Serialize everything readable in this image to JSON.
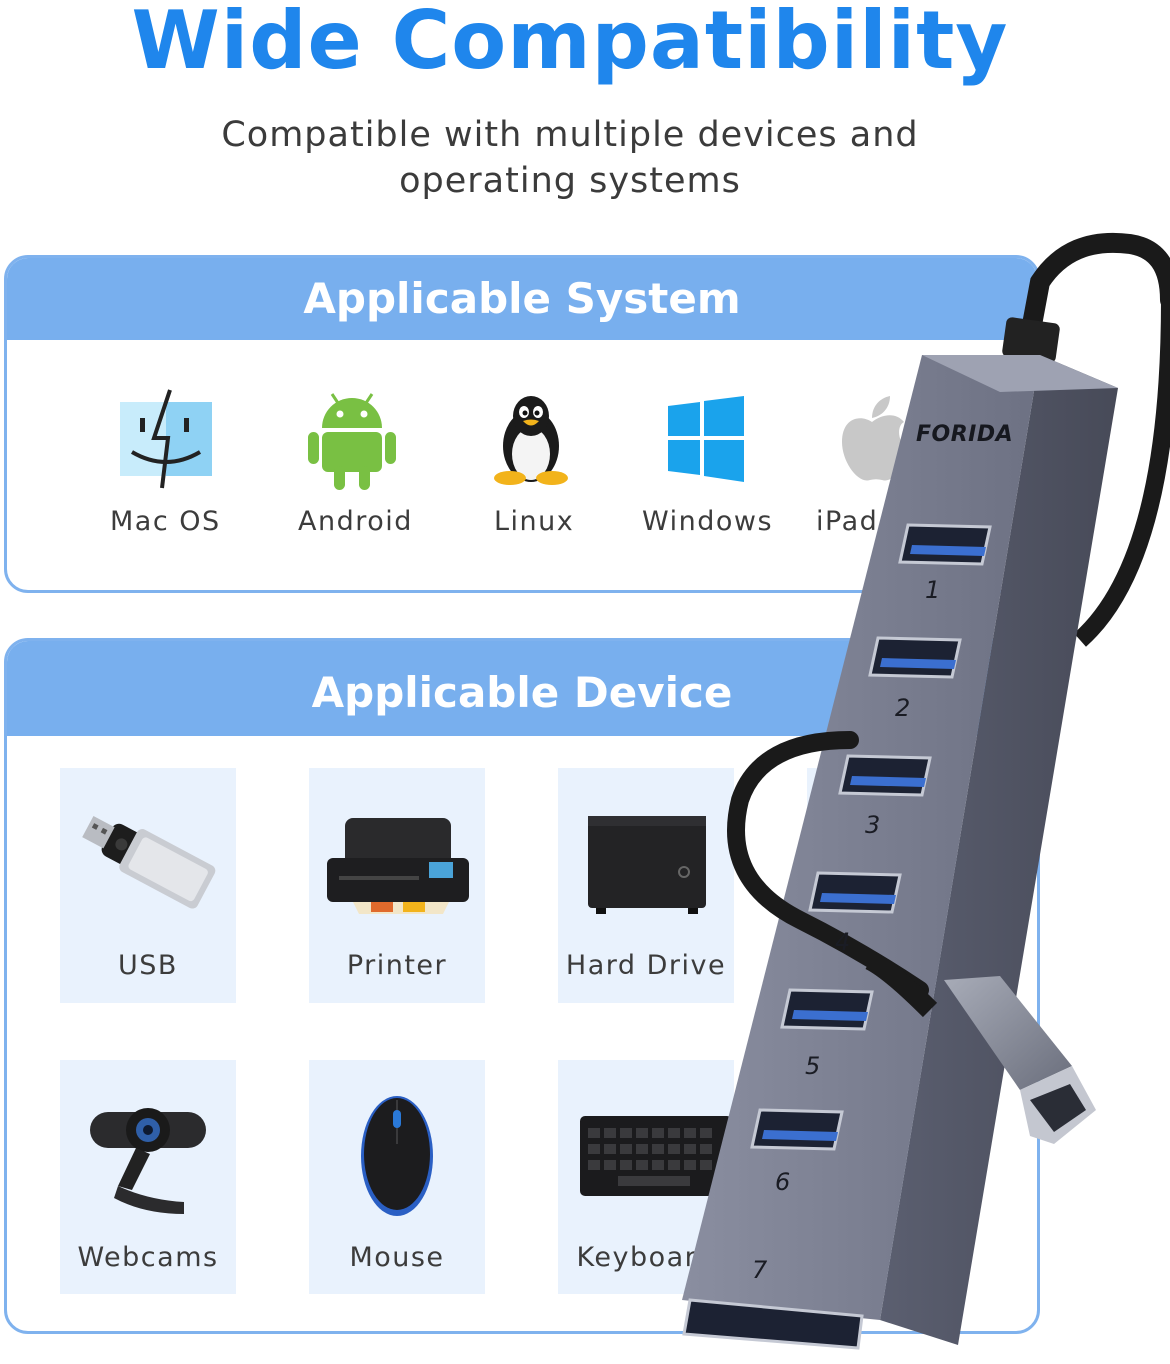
{
  "header": {
    "title": "Wide Compatibility",
    "subtitle_line1": "Compatible with multiple devices and",
    "subtitle_line2": "operating systems"
  },
  "systems": {
    "heading": "Applicable System",
    "items": [
      {
        "label": "Mac OS",
        "icon": "finder-face-icon"
      },
      {
        "label": "Android",
        "icon": "android-robot-icon"
      },
      {
        "label": "Linux",
        "icon": "linux-penguin-icon"
      },
      {
        "label": "Windows",
        "icon": "windows-logo-icon"
      },
      {
        "label": "iPad",
        "icon": "apple-logo-icon"
      }
    ]
  },
  "devices": {
    "heading": "Applicable Device",
    "items": [
      {
        "label": "USB",
        "icon": "usb-flash-drive-icon"
      },
      {
        "label": "Printer",
        "icon": "printer-icon"
      },
      {
        "label": "Hard Drive",
        "icon": "hard-drive-icon"
      },
      {
        "label": "Webcams",
        "icon": "webcam-icon"
      },
      {
        "label": "Mouse",
        "icon": "mouse-icon"
      },
      {
        "label": "Keyboard",
        "icon": "keyboard-icon"
      }
    ]
  },
  "product": {
    "brand": "FORIDA",
    "port_numbers": [
      "1",
      "2",
      "3",
      "4",
      "5",
      "6",
      "7"
    ],
    "colors": {
      "accent": "#1f86ec",
      "panel_header": "#78afee",
      "tile_bg": "#e9f2fd",
      "hub_body": "#7c8091"
    }
  }
}
